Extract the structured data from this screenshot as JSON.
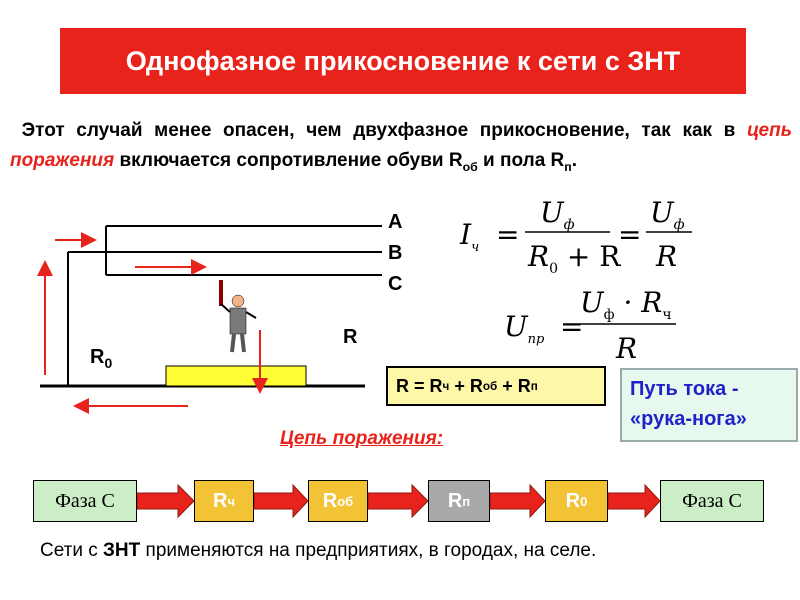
{
  "title": "Однофазное прикосновение к сети с ЗНТ",
  "intro": {
    "part1": "Этот случай менее опасен, чем двухфазное прикосновение, так как в ",
    "highlight": "цепь поражения",
    "part2": " включается сопротивление обуви R",
    "sub_ob": "об",
    "part3": " и пола R",
    "sub_p": "п",
    "part4": "."
  },
  "phases": [
    "A",
    "B",
    "C"
  ],
  "labels": {
    "r0": "R",
    "r0_sub": "0",
    "r": "R"
  },
  "formulas": {
    "i_lhs": "I",
    "i_lhs_sub": "ч",
    "num": "U",
    "num_sub": "ф",
    "den1": "R",
    "den1_sub": "0",
    "den1_plus": " + R",
    "den2": "R",
    "u_lhs": "U",
    "u_lhs_sub": "пр",
    "u_num_dot": " · R",
    "u_num_sub2": "ч",
    "u_den": "R"
  },
  "formula_box": {
    "r": "R = R",
    "ch": "ч",
    "plus1": "+ R",
    "ob": "об",
    "plus2": "+ R",
    "p": "п"
  },
  "path_box": {
    "line1": "Путь тока -",
    "line2": "«рука-нога»"
  },
  "chain_title": "Цепь поражения:",
  "chain": {
    "start": "Фаза С",
    "r_ch": "R",
    "r_ch_sub": "ч",
    "r_ob": "R",
    "r_ob_sub": "об",
    "r_p": "R",
    "r_p_sub": "п",
    "r_0": "R",
    "r_0_sub": "0",
    "end": "Фаза С"
  },
  "footer": {
    "pre": "Сети с ",
    "bold": "ЗНТ",
    "post": " применяются  на предприятиях, в городах, на селе."
  },
  "colors": {
    "red": "#e8231c",
    "blue": "#1f23c7",
    "yellow": "#fff7a8",
    "pad": "#ffff33"
  }
}
